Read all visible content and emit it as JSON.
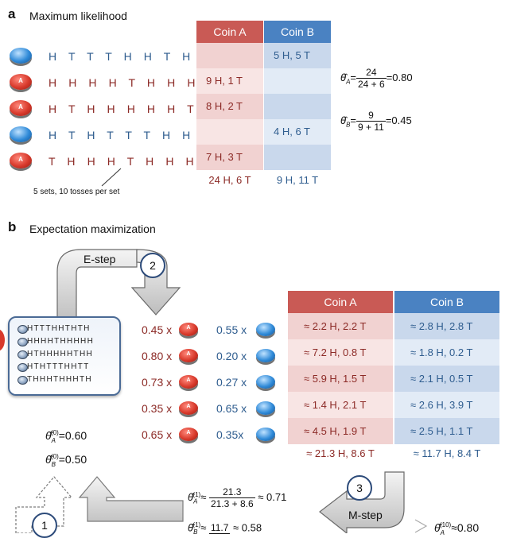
{
  "colors": {
    "coin_a": "#d8392b",
    "coin_b": "#2f8ad8",
    "header_a": "#c95a55",
    "header_b": "#4a82c2",
    "table_text_a": "#8c2a26",
    "table_text_b": "#2f5d8f"
  },
  "panel_a": {
    "letter": "a",
    "title": "Maximum likelihood",
    "rows": [
      {
        "coin": "B",
        "seq": "H T T T H H T H T H",
        "a": "",
        "b": "5 H, 5 T"
      },
      {
        "coin": "A",
        "seq": "H H H H T H H H H H",
        "a": "9 H, 1 T",
        "b": ""
      },
      {
        "coin": "A",
        "seq": "H T H H H H H T H H",
        "a": "8 H, 2 T",
        "b": ""
      },
      {
        "coin": "B",
        "seq": "H T H T T T H H T T",
        "a": "",
        "b": "4 H, 6 T"
      },
      {
        "coin": "A",
        "seq": "T H H H T H H H T H",
        "a": "7 H, 3 T",
        "b": ""
      }
    ],
    "header_a": "Coin A",
    "header_b": "Coin B",
    "total_a": "24 H, 6 T",
    "total_b": "9 H, 11 T",
    "note": "5 sets, 10 tosses per set",
    "theta_a": {
      "num": "24",
      "den": "24 + 6",
      "result": "=0.80"
    },
    "theta_b": {
      "num": "9",
      "den": "9 + 11",
      "result": "=0.45"
    }
  },
  "panel_b": {
    "letter": "b",
    "title": "Expectation maximization",
    "estep_label": "E-step",
    "estep_num": "2",
    "mstep_label": "M-step",
    "mstep_num": "3",
    "init_num": "1",
    "mini_rows": [
      "HTTTHHTHTH",
      "HHHHTHHHHH",
      "HTHHHHHTHH",
      "HTHTTTHHTT",
      "THHHTHHHTH"
    ],
    "weights": [
      {
        "a": "0.45 x",
        "b": "0.55 x"
      },
      {
        "a": "0.80 x",
        "b": "0.20 x"
      },
      {
        "a": "0.73 x",
        "b": "0.27 x"
      },
      {
        "a": "0.35 x",
        "b": "0.65 x"
      },
      {
        "a": "0.65 x",
        "b": "0.35x"
      }
    ],
    "header_a": "Coin A",
    "header_b": "Coin B",
    "table": [
      {
        "a": "≈ 2.2 H, 2.2 T",
        "b": "≈ 2.8 H, 2.8 T"
      },
      {
        "a": "≈ 7.2 H, 0.8 T",
        "b": "≈ 1.8 H, 0.2 T"
      },
      {
        "a": "≈ 5.9 H, 1.5 T",
        "b": "≈ 2.1 H, 0.5 T"
      },
      {
        "a": "≈ 1.4 H, 2.1 T",
        "b": "≈ 2.6 H, 3.9 T"
      },
      {
        "a": "≈ 4.5 H, 1.9 T",
        "b": "≈ 2.5 H, 1.1 T"
      }
    ],
    "total_a": "≈ 21.3 H, 8.6 T",
    "total_b": "≈ 11.7 H, 8.4 T",
    "theta0_a": "=0.60",
    "theta0_b": "=0.50",
    "theta1_a": {
      "num": "21.3",
      "den": "21.3 + 8.6",
      "result": "≈ 0.71"
    },
    "theta1_b": {
      "num": "11.7",
      "den": "",
      "result": "≈ 0.58"
    },
    "theta10_a": "≈0.80"
  }
}
